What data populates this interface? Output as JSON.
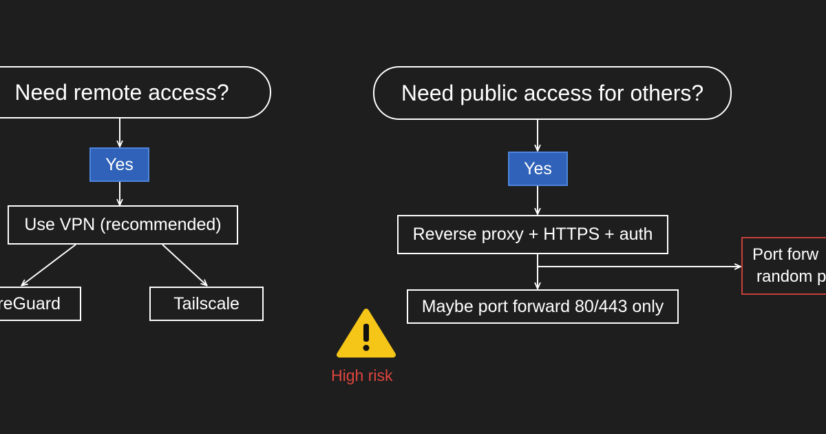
{
  "colors": {
    "background": "#1e1e1e",
    "line": "#ffffff",
    "yes_fill": "#2f62b8",
    "yes_border": "#4e86de",
    "warning_yellow": "#f5c518",
    "risk_red": "#e0453f"
  },
  "left_flow": {
    "question": "Need remote access?",
    "answer": "Yes",
    "action": "Use VPN (recommended)",
    "options": [
      "reGuard",
      "Tailscale"
    ]
  },
  "right_flow": {
    "question": "Need public access for others?",
    "answer": "Yes",
    "action": "Reverse proxy + HTTPS + auth",
    "option": "Maybe port forward 80/443 only",
    "risky_option_line1": "Port forw",
    "risky_option_line2": "random p"
  },
  "warning": {
    "icon": "warning-triangle-icon",
    "label": "High risk"
  }
}
